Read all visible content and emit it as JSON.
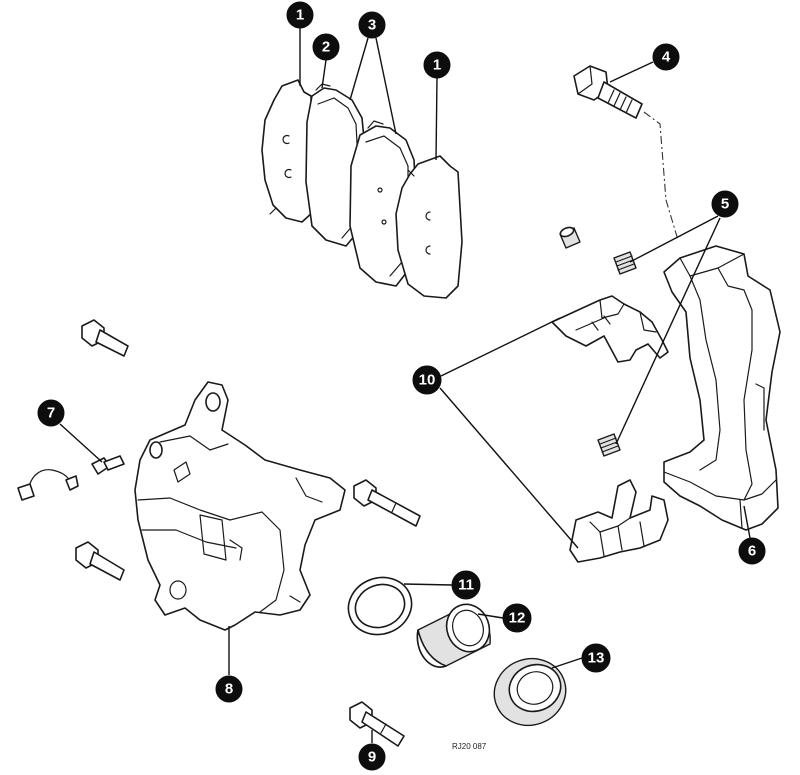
{
  "callouts": [
    {
      "label": "1"
    },
    {
      "label": "2"
    },
    {
      "label": "3"
    },
    {
      "label": "1"
    },
    {
      "label": "4"
    },
    {
      "label": "5"
    },
    {
      "label": "10"
    },
    {
      "label": "7"
    },
    {
      "label": "6"
    },
    {
      "label": "11"
    },
    {
      "label": "12"
    },
    {
      "label": "13"
    },
    {
      "label": "8"
    },
    {
      "label": "9"
    }
  ],
  "drawing_code": "RJ20 087",
  "colors": {
    "ink": "#0d0d0d",
    "paper": "#ffffff"
  }
}
